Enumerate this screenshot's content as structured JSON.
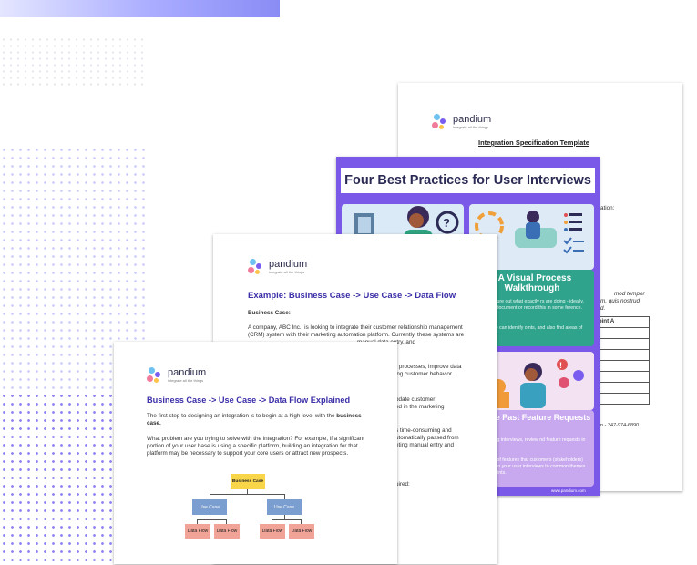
{
  "back_doc": {
    "title": "Integration Specification Template",
    "logo": "pandium",
    "logo_tagline": "integrate all the things",
    "partial_text_1": "ation:",
    "partial_text_2": "mod tempor",
    "partial_text_3": "m, quis nostrud",
    "partial_text_4": "d.",
    "table_header": "dpoint A",
    "contact_partial": "n - 347-974-6890"
  },
  "infographic": {
    "title": "Four Best Practices for User Interviews",
    "panel2_title": "t A Visual Process Walkthrough",
    "panel2_text": "help you figure out what exactly rs are doing - ideally, you will be document or record this in some ference.",
    "panel2_text2": "lp where we can identify oints, and also find areas of ment!",
    "panel4_title": "erence Past Feature Requests",
    "panel4_text": "e conducting interviews, review nd feature requests in your ...",
    "panel4_text2": "ugh the list of features that customers (stakeholders) want, refer to your user interviews to common themes and pain points.",
    "footer": "www.pandium.com"
  },
  "middle_doc": {
    "logo": "pandium",
    "logo_tagline": "integrate all the things",
    "title": "Example: Business Case -> Use Case -> Data Flow",
    "heading": "Business Case:",
    "p1_line1": "A company, ABC Inc., is looking to integrate their customer relationship management",
    "p1_line2": "(CRM) system with their marketing automation platform. Currently, these systems are",
    "p1_line3": "manual data entry, and",
    "p2_line1": "r processes, improve data",
    "p2_line2": "ing customer behavior.",
    "p3_line1": "pdate customer",
    "p3_line2": "ed in the marketing",
    "p4_line1": "s time-consuming and",
    "p4_line2": "utomatically passed from",
    "p4_line3": "eting manual entry and",
    "p5_line1": "uired:"
  },
  "front_doc": {
    "logo": "pandium",
    "logo_tagline": "integrate all the things",
    "title": "Business Case -> Use Case -> Data Flow Explained",
    "p1_pre": "The first step to designing an integration is to begin at a high level with the ",
    "p1_bold": "business case.",
    "p2": "What problem are you trying to solve with the integration? For example, if a significant portion of your user base is using a specific platform, building an integration for that platform may be necessary to support your core users or attract new prospects.",
    "diagram": {
      "business_case": "Business Case",
      "use_case_1": "Use Case",
      "use_case_2": "Use Case",
      "data_flows": [
        "Data Flow",
        "Data Flow",
        "Data Flow",
        "Data Flow"
      ]
    }
  }
}
